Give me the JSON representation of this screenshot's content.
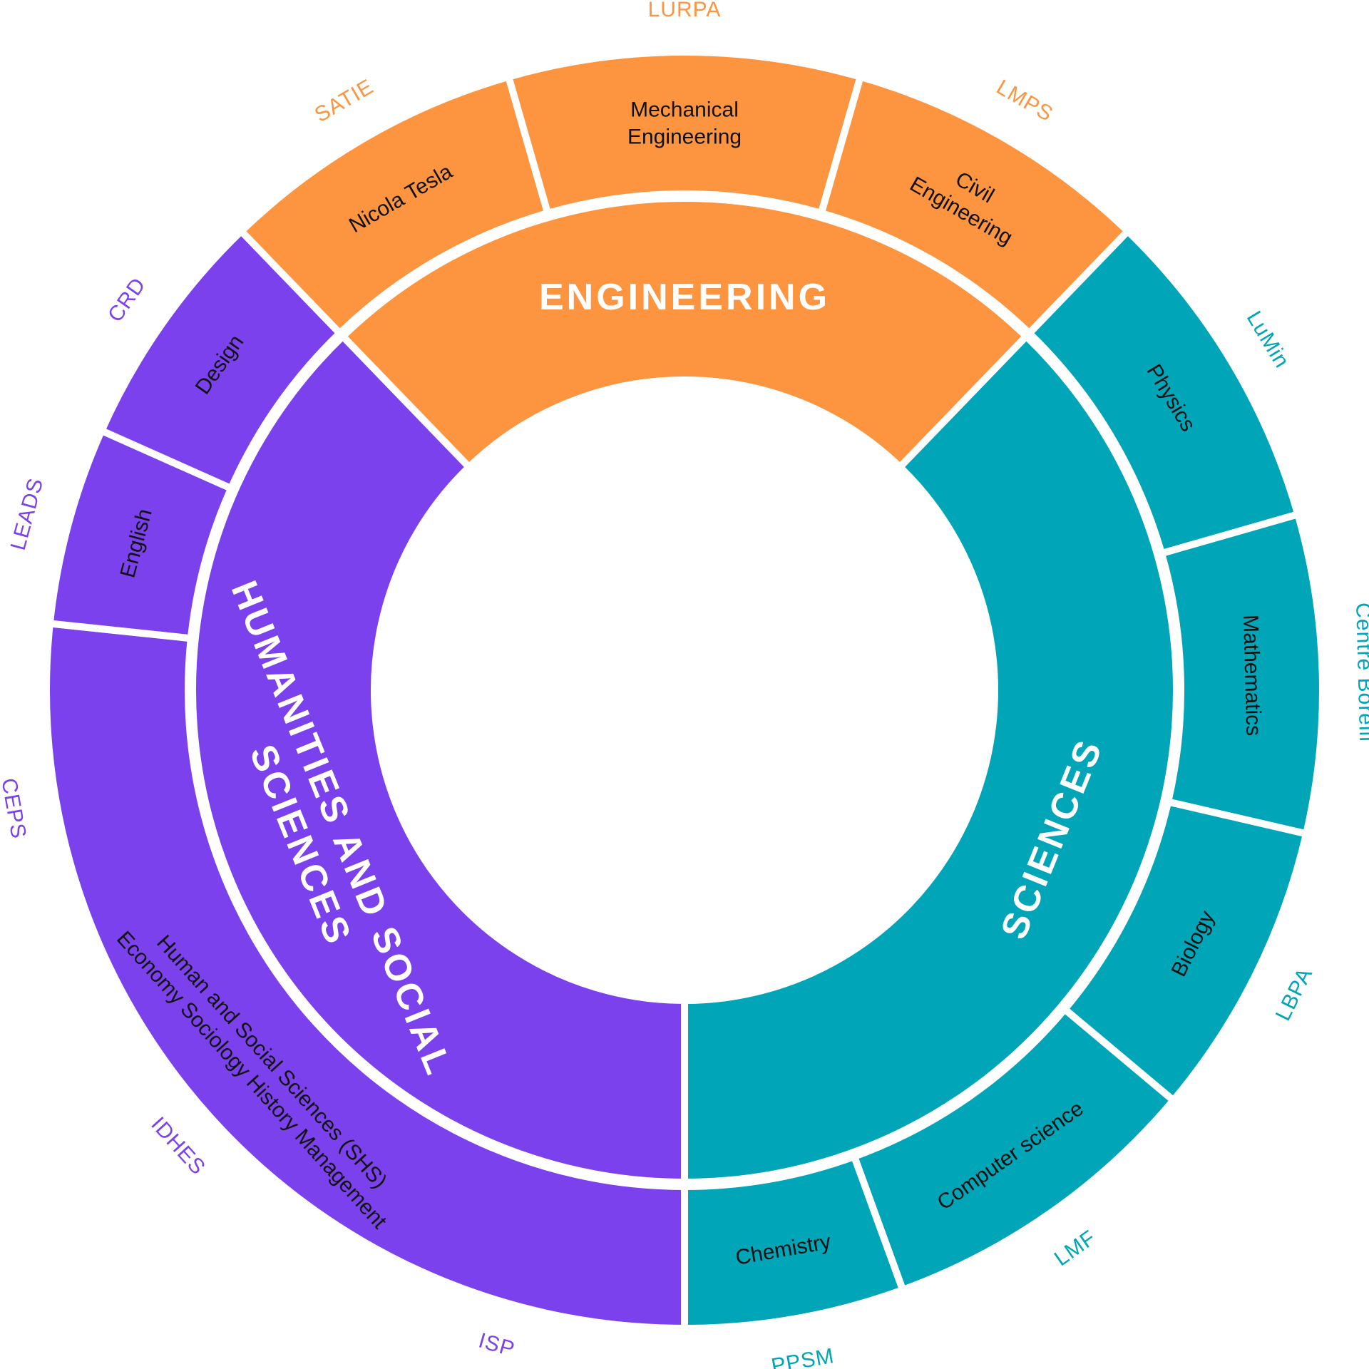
{
  "colors": {
    "engineering": "#fd9540",
    "sciences": "#00a6b8",
    "humanities": "#7b41ec",
    "separator": "#ffffff"
  },
  "chart_data": {
    "type": "sunburst",
    "groups": [
      {
        "key": "engineering",
        "label_lines": [
          "ENGINEERING"
        ],
        "departments": [
          {
            "label_lines": [
              "Nicola Tesla"
            ],
            "lab": "SATIE"
          },
          {
            "label_lines": [
              "Mechanical",
              "Engineering"
            ],
            "lab": "LURPA"
          },
          {
            "label_lines": [
              "Civil",
              "Engineering"
            ],
            "lab": "LMPS"
          }
        ]
      },
      {
        "key": "sciences",
        "label_lines": [
          "SCIENCES"
        ],
        "departments": [
          {
            "label_lines": [
              "Physics"
            ],
            "lab": "LuMin"
          },
          {
            "label_lines": [
              "Mathematics"
            ],
            "lab": "Centre Borelli"
          },
          {
            "label_lines": [
              "Biology"
            ],
            "lab": "LBPA"
          },
          {
            "label_lines": [
              "Computer science"
            ],
            "lab": "LMF"
          },
          {
            "label_lines": [
              "Chemistry"
            ],
            "lab": "PPSM"
          }
        ]
      },
      {
        "key": "humanities",
        "label_lines": [
          "HUMANITIES AND SOCIAL",
          "SCIENCES"
        ],
        "departments": [
          {
            "label_lines": [
              "Human and Social Sciences (SHS)",
              "Economy   Sociology   History   Management"
            ],
            "labs": [
              "ISP",
              "IDHES",
              "CEPS"
            ]
          },
          {
            "label_lines": [
              "English"
            ],
            "lab": "LEADS"
          },
          {
            "label_lines": [
              "Design"
            ],
            "lab": "CRD"
          }
        ]
      }
    ]
  }
}
